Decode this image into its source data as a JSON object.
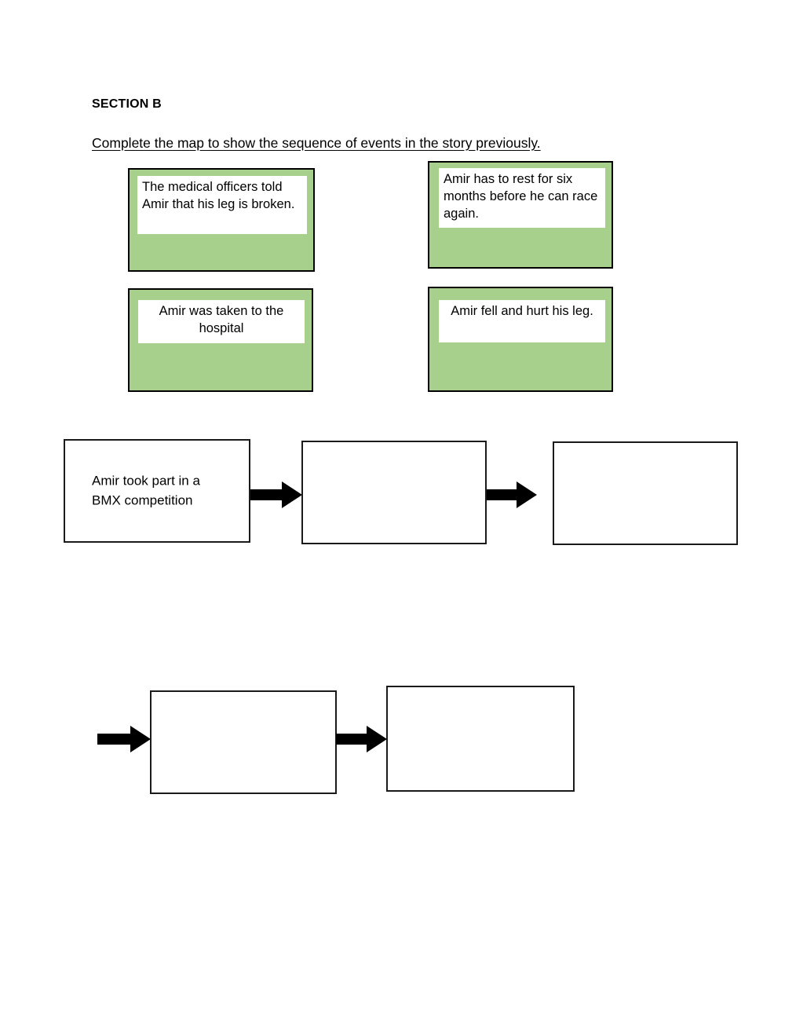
{
  "worksheet": {
    "section_heading": "SECTION B",
    "instruction": "Complete the map to show the sequence of events in the story previously."
  },
  "option_cards": [
    {
      "text": "The medical officers told Amir that his leg is broken.",
      "align": "left"
    },
    {
      "text": "Amir has to rest for six months before he can race again.",
      "align": "left"
    },
    {
      "text": "Amir was taken to the hospital",
      "align": "center"
    },
    {
      "text": "Amir fell and hurt his leg.",
      "align": "center"
    }
  ],
  "sequence_boxes": [
    {
      "text": "Amir took part in a BMX competition",
      "filled": true
    },
    {
      "text": "",
      "filled": false
    },
    {
      "text": "",
      "filled": false
    },
    {
      "text": "",
      "filled": false
    },
    {
      "text": "",
      "filled": false
    }
  ],
  "colors": {
    "card_green": "#a8d08d",
    "border_black": "#000000",
    "arrow_black": "#000000",
    "page_white": "#ffffff"
  }
}
